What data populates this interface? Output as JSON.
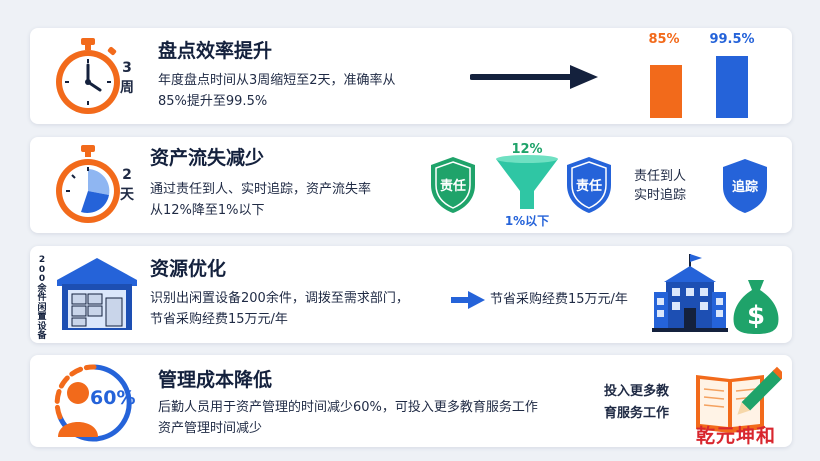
{
  "cards": [
    {
      "side_label": [
        "3",
        "周"
      ],
      "title": "盘点效率提升",
      "desc_lines": [
        "年度盘点时间从3周缩短至2天，准确率从",
        "85%提升至99.5%"
      ],
      "bars": [
        {
          "value_label": "85%",
          "value": 85,
          "color": "#f26a1b"
        },
        {
          "value_label": "99.5%",
          "value": 99.5,
          "color": "#2563d9"
        }
      ]
    },
    {
      "side_label": [
        "2",
        "天"
      ],
      "title": "资产流失减少",
      "desc_lines": [
        "通过责任到人、实时追踪，资产流失率",
        "从12%降至1%以下"
      ],
      "shield_left": "责任",
      "funnel_top": "12%",
      "funnel_bottom": "1%以下",
      "shield_mid": "责任",
      "right_text": [
        "责任到人",
        "实时追踪"
      ],
      "shield_right": "追踪"
    },
    {
      "side_label": "200余件闲置设备",
      "title": "资源优化",
      "desc_lines": [
        "识别出闲置设备200余件，调拨至需求部门，",
        "节省采购经费15万元/年"
      ],
      "arrow_text": "节省采购经费15万元/年"
    },
    {
      "badge": "60%",
      "title": "管理成本降低",
      "desc_lines": [
        "后勤人员用于资产管理的时间减少60%，可投入更多教育服务工作",
        "资产管理时间减少"
      ],
      "right_text": [
        "投入更多教",
        "育服务工作"
      ],
      "watermark": "乾元坤和"
    }
  ],
  "colors": {
    "orange": "#f26a1b",
    "blue": "#2563d9",
    "green": "#1fa36a",
    "navy": "#14213d"
  },
  "icons": [
    "stopwatch-icon",
    "arrow-right-icon",
    "bar-chart-icon",
    "shield-icon",
    "funnel-icon",
    "warehouse-icon",
    "school-building-icon",
    "money-bag-icon",
    "person-icon",
    "book-pencil-icon"
  ]
}
